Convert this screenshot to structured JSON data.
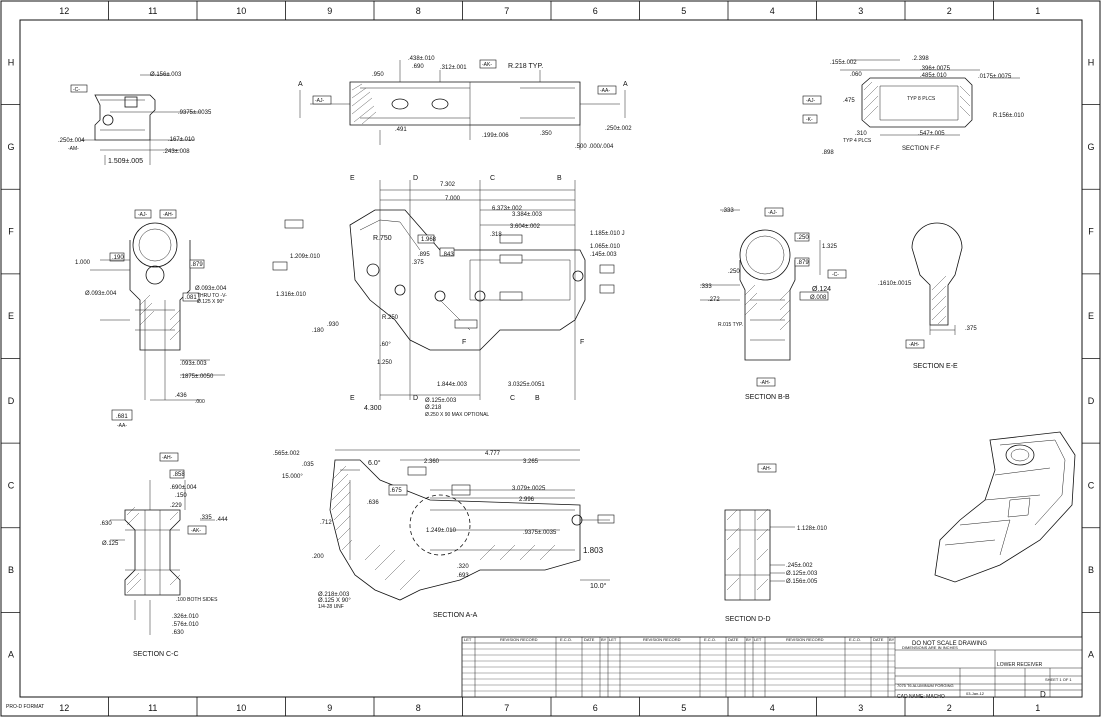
{
  "border": {
    "top_numbers": [
      "12",
      "11",
      "10",
      "9",
      "8",
      "7",
      "6",
      "5",
      "4",
      "3",
      "2",
      "1"
    ],
    "bottom_numbers": [
      "12",
      "11",
      "10",
      "9",
      "8",
      "7",
      "6",
      "5",
      "4",
      "3",
      "2",
      "1"
    ],
    "left_letters": [
      "H",
      "G",
      "F",
      "E",
      "D",
      "C",
      "B",
      "A"
    ],
    "right_letters": [
      "H",
      "G",
      "F",
      "E",
      "D",
      "C",
      "B",
      "A"
    ],
    "format_label": "PRO-D FORMAT"
  },
  "views": {
    "top_left": {
      "dims": [
        "Ø.156±.003",
        ".9375±.0035",
        ".167±.010",
        ".250±.004",
        ".243±.008",
        "1.509±.005"
      ],
      "datums": [
        "-C-",
        "-AM-"
      ]
    },
    "top_center": {
      "dims": [
        ".438±.010",
        ".690",
        ".312±.001",
        ".950",
        "R.218 TYP.",
        ".491",
        ".199±.006",
        ".350",
        ".250±.002",
        ".500 .000/.004"
      ],
      "datums": [
        "-AK-",
        "-AJ-",
        "-AA-"
      ],
      "section_letters": [
        "A",
        "A"
      ]
    },
    "top_right": {
      "dims": [
        ".155±.002",
        ".2.398",
        ".060",
        ".396±.0075",
        ".485±.010",
        ".0175±.0075",
        ".475",
        "TYP 8 PLCS",
        ".310",
        "TYP 4 PLCS",
        ".547±.005",
        "R.156±.010",
        ".898"
      ],
      "datums": [
        "-AJ-",
        "-K-"
      ],
      "caption": "SECTION F-F"
    },
    "left_mid": {
      "dims": [
        "1.000",
        ".190",
        ".879",
        "Ø.093±.004",
        ".081",
        "Ø.093±.004",
        "THRU TO -V-",
        "Ø.125 X 90°",
        ".093±.003",
        ".1875±.0050",
        ".436",
        ".000",
        ".681"
      ],
      "datums": [
        "-AJ-",
        "-AH-",
        "-AA-"
      ]
    },
    "center_main": {
      "dims": [
        "7.302",
        "7.000",
        "6.373±.002",
        "3.384±.003",
        "3.604±.002",
        "1.968",
        ".895",
        ".843",
        ".375",
        "1.209±.010",
        "1.316±.010",
        "R.750",
        ".318",
        "1.065±.010",
        "1.185±.010 J",
        ".145±.003",
        "R.250",
        ".930",
        ".180",
        "Ø.125±.003",
        "Ø.218",
        "4.300",
        "1.250",
        "1.844±.003",
        "3.0325±.0051",
        ".60°",
        "Ø.250 X 90 MAX OPTIONAL"
      ],
      "section_letters": [
        "E",
        "D",
        "C",
        "B",
        "E",
        "D",
        "C",
        "B",
        "F",
        "F"
      ]
    },
    "section_bb": {
      "dims": [
        ".333",
        ".250",
        "1.325",
        ".879",
        ".250",
        "Ø.124",
        "Ø.008",
        ".272",
        ".333",
        "R.015 TYP."
      ],
      "datums": [
        "-AJ-",
        "-AH-",
        "-C-"
      ],
      "caption": "SECTION B-B"
    },
    "section_ee": {
      "dims": [
        ".1610±.0015",
        ".375"
      ],
      "datums": [
        "-AH-"
      ],
      "caption": "SECTION E-E"
    },
    "section_cc": {
      "dims": [
        "-AH-",
        ".858",
        ".690±.004",
        ".150",
        ".229",
        ".335",
        ".444",
        ".630",
        "Ø.125",
        ".100 BOTH SIDES",
        ".326±.010",
        ".576±.010",
        ".630"
      ],
      "datums": [
        "-AK-"
      ],
      "caption": "SECTION C-C"
    },
    "section_aa": {
      "dims": [
        ".565±.002",
        ".035",
        "15.000°",
        "6.0°",
        "2.360",
        "4.777",
        "3.265",
        ".675",
        ".636",
        "3.079±.0025",
        "2.996",
        ".712",
        "1.249±.010",
        ".9375±.0035",
        "1.803",
        ".200",
        ".320",
        ".693",
        "10.0°",
        "Ø.218±.003",
        "Ø.125 X 90°",
        "1/4-28 UNF"
      ],
      "caption": "SECTION A-A"
    },
    "section_dd": {
      "dims": [
        "1.128±.010",
        ".245±.002",
        "Ø.125±.003",
        "Ø.156±.005"
      ],
      "datums": [
        "-AH-"
      ],
      "caption": "SECTION D-D"
    }
  },
  "title_block": {
    "revision_headers": [
      "LET",
      "REVISION RECORD",
      "E.C.O.",
      "DATE",
      "BY"
    ],
    "notice": "DO NOT SCALE DRAWING",
    "tolerances": "DIMENSIONS ARE IN INCHES",
    "material": "7075 T6 ALUMINUM FORGING",
    "model_name": "LOWER RECEIVER",
    "cad_name": "CAD NAME: MACHO",
    "sheet": "SHEET 1 OF 1",
    "size_label": "D",
    "date": "03-Jan-12"
  }
}
